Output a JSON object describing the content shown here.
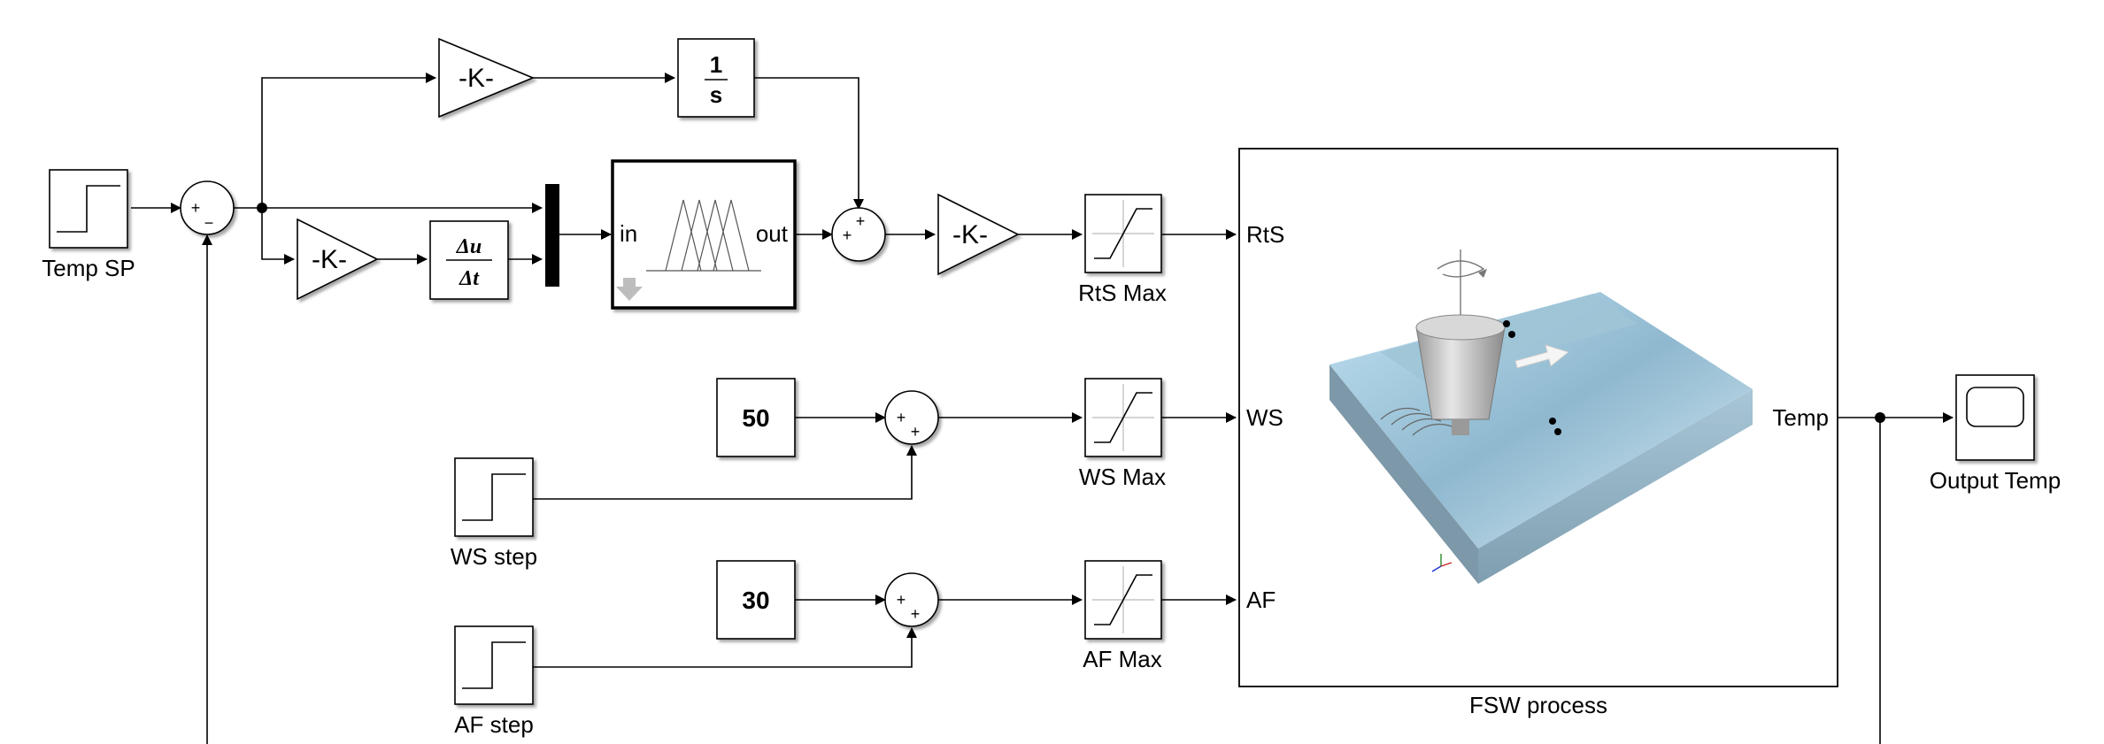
{
  "blocks": {
    "temp_sp": {
      "label": "Temp SP"
    },
    "gain_top": {
      "text": "-K-"
    },
    "integrator": {
      "num": "1",
      "den": "s"
    },
    "gain_mid": {
      "text": "-K-"
    },
    "derivative": {
      "num": "Δu",
      "den": "Δt"
    },
    "fuzzy": {
      "in": "in",
      "out": "out"
    },
    "gain_out": {
      "text": "-K-"
    },
    "rts_max": {
      "label": "RtS Max"
    },
    "const_ws": {
      "value": "50"
    },
    "ws_step": {
      "label": "WS step"
    },
    "ws_max": {
      "label": "WS Max"
    },
    "const_af": {
      "value": "30"
    },
    "af_step": {
      "label": "AF step"
    },
    "af_max": {
      "label": "AF Max"
    },
    "fsw": {
      "label": "FSW process",
      "in1": "RtS",
      "in2": "WS",
      "in3": "AF",
      "out": "Temp"
    },
    "scope": {
      "label": "Output Temp"
    }
  },
  "signs": {
    "plus": "+",
    "minus": "−"
  }
}
